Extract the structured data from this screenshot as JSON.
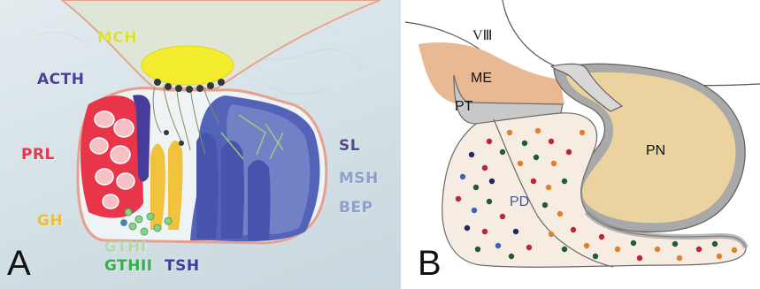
{
  "panel_a": {
    "letter": "A",
    "labels": {
      "mch": "MCH",
      "acth": "ACTH",
      "prl": "PRL",
      "gh": "GH",
      "gthi": "GTHI",
      "gthii": "GTHII",
      "tsh": "TSH",
      "sl": "SL",
      "msh": "MSH",
      "bep": "BEP"
    },
    "colors": {
      "mch": "#d9e23a",
      "acth": "#4b3f9a",
      "prl": "#e8344d",
      "gh": "#e8c13a",
      "gthi": "#b8d9b0",
      "gthii": "#36b04c",
      "tsh": "#3e3c9e",
      "sl": "#54488f",
      "msh": "#8f9fc7",
      "bep": "#8f9fc7"
    }
  },
  "panel_b": {
    "letter": "B",
    "labels": {
      "v3": "VⅢ",
      "me": "ME",
      "pt": "PT",
      "pd": "PD",
      "pn": "PN"
    },
    "colors": {
      "me": "#e9b994",
      "pn": "#ead39e",
      "pd": "#f6ece2",
      "outline": "#6a6a6a",
      "dot_red": "#b8263a",
      "dot_green": "#1f5b36",
      "dot_blue": "#3966b0",
      "dot_orange": "#d9832e",
      "dot_navy": "#23285e"
    }
  }
}
